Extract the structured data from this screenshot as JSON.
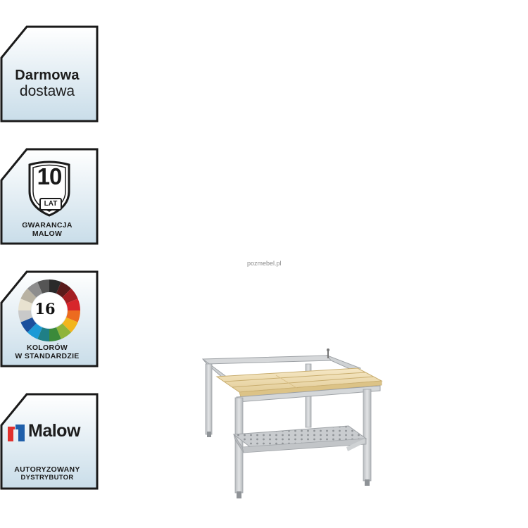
{
  "badges": [
    {
      "line1": "Darmowa",
      "line2": "dostawa",
      "icon": "truck-free-delivery"
    },
    {
      "number": "10",
      "unit": "LAT",
      "line1": "GWARANCJA",
      "line2": "MALOW",
      "icon": "shield-icon"
    },
    {
      "number": "16",
      "line1": "KOLORÓW",
      "line2": "W STANDARDZIE",
      "icon": "color-wheel-icon"
    },
    {
      "brand": "Malow",
      "line1": "AUTORYZOWANY",
      "line2": "DYSTRYBUTOR",
      "icon": "malow-logo-icon"
    }
  ],
  "watermark": "pozmebel.pl",
  "colors": {
    "badge_border": "#1a1a1a",
    "badge_gradient_top": "#ffffff",
    "badge_gradient_bottom": "#c9dde9",
    "logo_blue": "#1f5faa",
    "logo_red": "#e2312d",
    "frame_steel": "#c3c6c9",
    "wood": "#f1e0b8"
  }
}
